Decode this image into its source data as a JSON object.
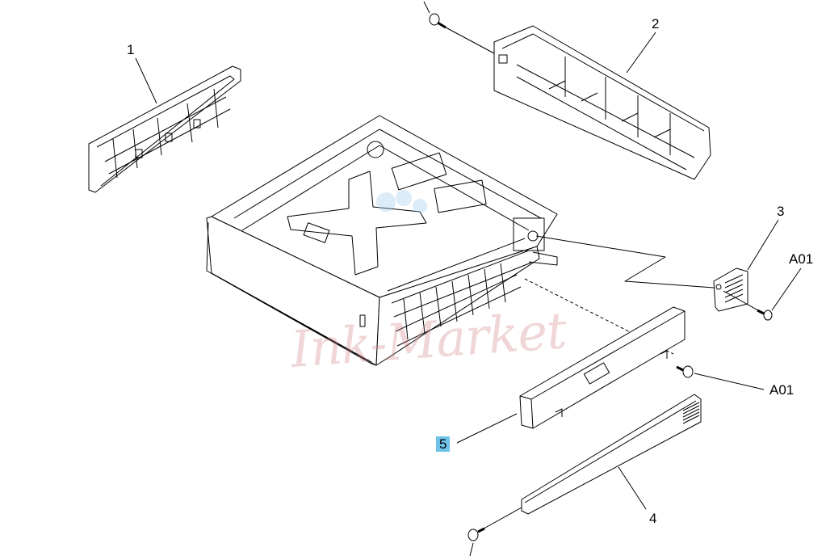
{
  "diagram": {
    "callouts": [
      {
        "id": "1",
        "label": "1"
      },
      {
        "id": "2",
        "label": "2"
      },
      {
        "id": "3",
        "label": "3"
      },
      {
        "id": "a01-top",
        "label": "A01"
      },
      {
        "id": "a01-mid",
        "label": "A01"
      },
      {
        "id": "5",
        "label": "5",
        "highlighted": true
      },
      {
        "id": "4",
        "label": "4"
      }
    ],
    "watermark": "Ink-Market",
    "highlight_color": "#6ec3ea"
  }
}
